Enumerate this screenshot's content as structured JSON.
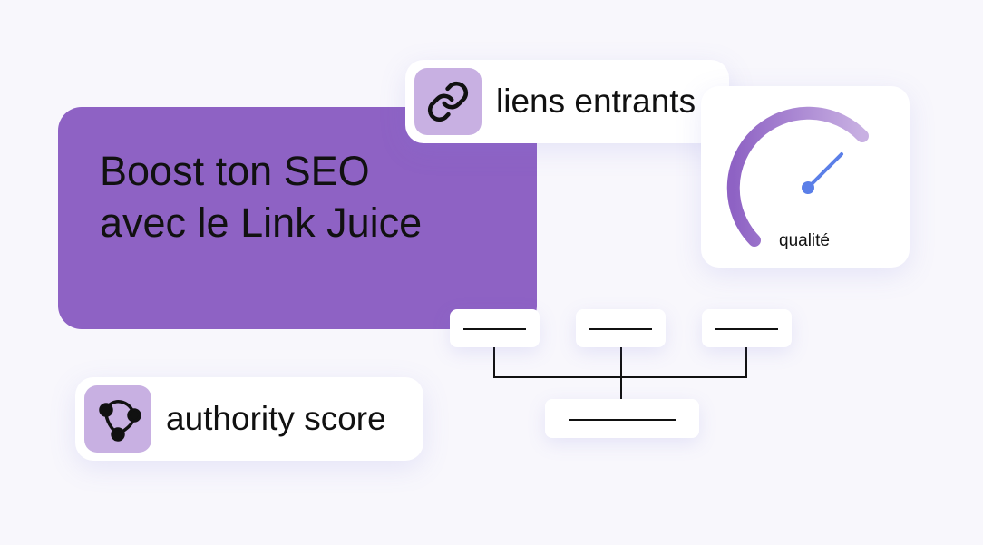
{
  "hero": {
    "title_line1": "Boost ton SEO",
    "title_line2": "avec le Link Juice"
  },
  "backlinks_card": {
    "label": "liens entrants",
    "icon": "link-icon"
  },
  "authority_card": {
    "label": "authority score",
    "icon": "network-icon"
  },
  "gauge_card": {
    "label": "qualité",
    "icon": "gauge-icon"
  },
  "colors": {
    "accent": "#8e62c4",
    "icon_bg": "#c8b0e2",
    "needle": "#5b7fe8"
  }
}
